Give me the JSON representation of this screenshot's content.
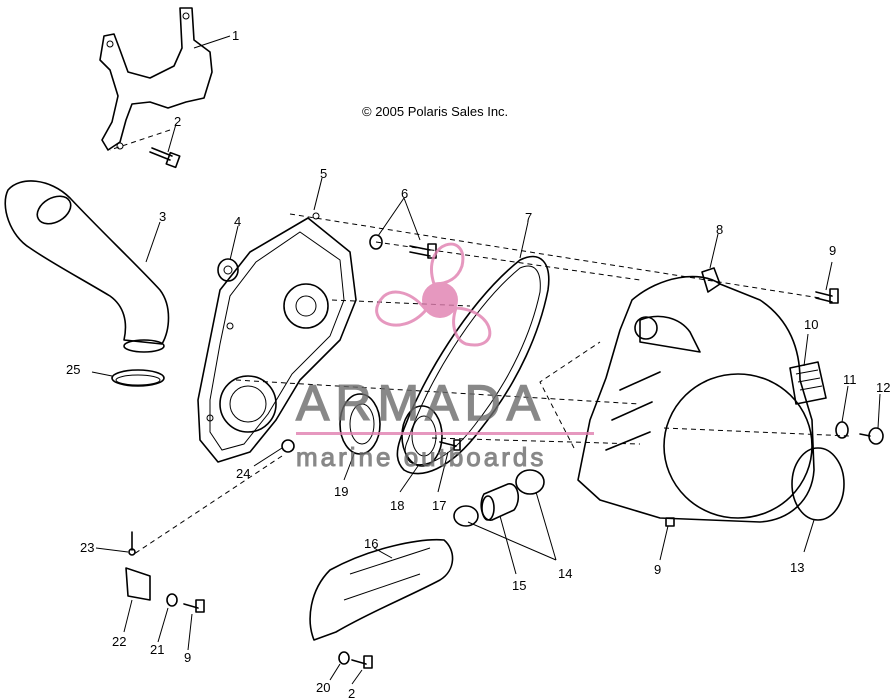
{
  "copyright": "© 2005 Polaris Sales Inc.",
  "watermark": {
    "brand": "ARMADA",
    "tagline": "marine outboards",
    "logo": "propeller-logo",
    "logo_color": "#e07fb0"
  },
  "labels": {
    "l1": "1",
    "l2a": "2",
    "l3": "3",
    "l4": "4",
    "l5": "5",
    "l6": "6",
    "l7": "7",
    "l8": "8",
    "l9a": "9",
    "l10": "10",
    "l11": "11",
    "l12": "12",
    "l13": "13",
    "l14": "14",
    "l15": "15",
    "l16": "16",
    "l17": "17",
    "l18": "18",
    "l19": "19",
    "l9b": "9",
    "l20": "20",
    "l2b": "2",
    "l21": "21",
    "l9c": "9",
    "l22": "22",
    "l23": "23",
    "l24": "24",
    "l25": "25"
  }
}
